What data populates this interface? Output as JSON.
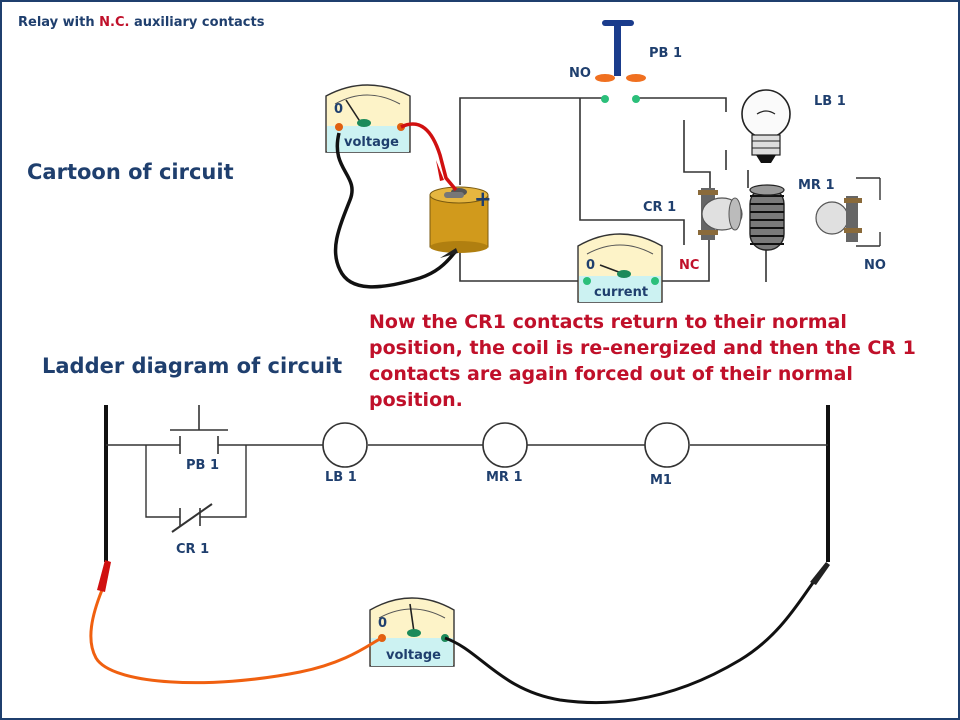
{
  "title": {
    "prefix": "Relay with ",
    "highlight": "N.C.",
    "suffix": " auxiliary contacts"
  },
  "cartoon": {
    "heading": "Cartoon of circuit",
    "labels": {
      "pb1": "PB 1",
      "no_top": "NO",
      "lb1": "LB 1",
      "mr1": "MR 1",
      "cr1": "CR 1",
      "nc": "NC",
      "no_right": "NO"
    },
    "voltage_meter": {
      "zero": "0",
      "label": "voltage"
    },
    "current_meter": {
      "zero": "0",
      "label": "current"
    },
    "battery_sign": "+"
  },
  "note": "Now the CR1 contacts return to their normal position, the coil is re-energized and then the CR 1 contacts are again forced out of their normal position.",
  "ladder": {
    "heading": "Ladder diagram of circuit",
    "labels": {
      "pb1": "PB 1",
      "cr1": "CR 1",
      "lb1": "LB 1",
      "mr1": "MR 1",
      "m1": "M1"
    },
    "voltage_meter": {
      "zero": "0",
      "label": "voltage"
    }
  },
  "colors": {
    "navy": "#1f3f6e",
    "red": "#c0102a",
    "meter_face": "#fdf3c8",
    "meter_bottom": "#ccf2f2",
    "battery": "#d19a1c"
  }
}
